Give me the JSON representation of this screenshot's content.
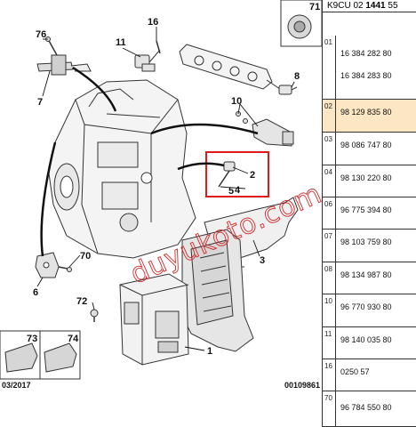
{
  "header": {
    "code": "K9CU 02",
    "code_bold": "1441",
    "code_tail": "55"
  },
  "callouts": [
    "1",
    "2",
    "3",
    "4",
    "5",
    "6",
    "7",
    "8",
    "10",
    "11",
    "16",
    "70",
    "71",
    "72",
    "73",
    "74",
    "76"
  ],
  "footer": {
    "date": "03/2017",
    "ref": "00109861"
  },
  "watermark": "duyukoto.com",
  "parts": [
    {
      "num": "01",
      "pns": [
        "16 384 282 80",
        "16 384 283 80"
      ]
    },
    {
      "num": "02",
      "pns": [
        "98 129 835 80"
      ],
      "selected": true
    },
    {
      "num": "03",
      "pns": [
        "98 086 747 80"
      ]
    },
    {
      "num": "04",
      "pns": [
        "98 130 220 80"
      ]
    },
    {
      "num": "06",
      "pns": [
        "96 775 394 80"
      ]
    },
    {
      "num": "07",
      "pns": [
        "98 103 759 80"
      ]
    },
    {
      "num": "08",
      "pns": [
        "98 134 987 80"
      ]
    },
    {
      "num": "10",
      "pns": [
        "96 770 930 80"
      ]
    },
    {
      "num": "11",
      "pns": [
        "98 140 035 80"
      ]
    },
    {
      "num": "16",
      "pns": [
        "0250 57"
      ]
    },
    {
      "num": "70",
      "pns": [
        "96 784 550 80"
      ]
    }
  ],
  "colors": {
    "highlight": "#fce6c3",
    "red_box": "#e0191b",
    "watermark": "#d12a2a"
  }
}
